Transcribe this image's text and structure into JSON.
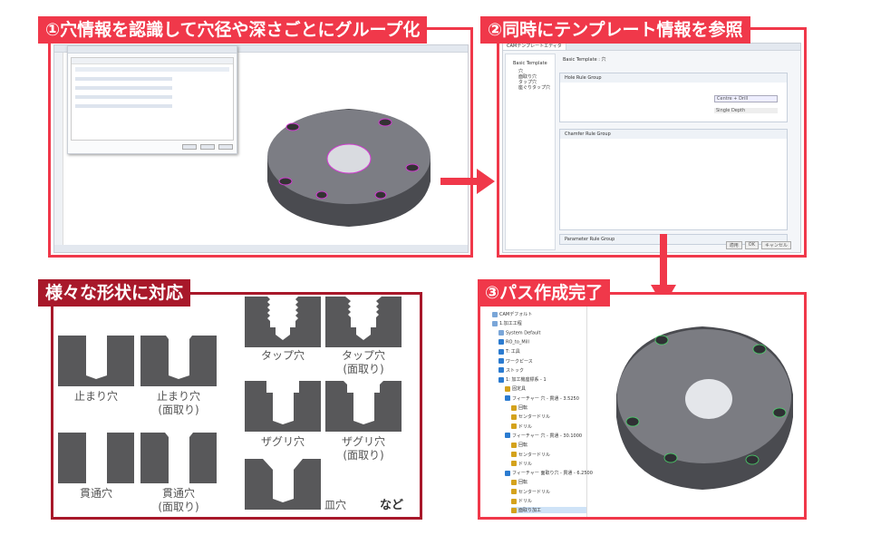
{
  "steps": {
    "step1_title": "①穴情報を認識して穴径や深さごとにグループ化",
    "step2_title": "②同時にテンプレート情報を参照",
    "step3_title": "③パス作成完了",
    "shapes_title": "様々な形状に対応"
  },
  "shapes": {
    "blind": "止まり穴",
    "blind_chamfer": [
      "止まり穴",
      "(面取り)"
    ],
    "through": "貫通穴",
    "through_chamfer": [
      "貫通穴",
      "(面取り)"
    ],
    "tap": "タップ穴",
    "tap_chamfer": [
      "タップ穴",
      "(面取り)"
    ],
    "counterbore": "ザグリ穴",
    "counterbore_chamfer": [
      "ザグリ穴",
      "(面取り)"
    ],
    "countersink": "皿穴",
    "etc": "など"
  },
  "template_window": {
    "tab": "CAMテンプレートエディタ",
    "header": "Basic Template : 穴",
    "tree_root": "Basic Template",
    "tree_items": [
      "穴",
      "面取り穴",
      "タップ穴",
      "座ぐりタップ穴"
    ],
    "groups": [
      "Hole Rule Group",
      "Chamfer Rule Group",
      "Parameter Rule Group"
    ],
    "select_value": "Centre + Drill",
    "depth_value": "Single Depth",
    "buttons": [
      "適用",
      "OK",
      "キャンセル"
    ]
  },
  "result_tree": {
    "items": [
      "CAMデフォルト",
      "1.加工工程",
      "System Default",
      "RO_to_Mill",
      "T: 工具",
      "ワークピース",
      "ストック",
      "1: 加工機座標系 - 1",
      "固定具",
      "フィーチャー 穴 - 貫通 - 3.5250",
      "回転",
      "センタードリル",
      "ドリル",
      "フィーチャー 穴 - 貫通 - 30.1000",
      "回転",
      "センタードリル",
      "ドリル",
      "フィーチャー 面取り穴 - 貫通 - 6.2500",
      "回転",
      "センタードリル",
      "ドリル",
      "面取り加工"
    ]
  },
  "colors": {
    "accent": "#f0384a",
    "accent_dark": "#a8182a",
    "shape": "#58585a"
  }
}
